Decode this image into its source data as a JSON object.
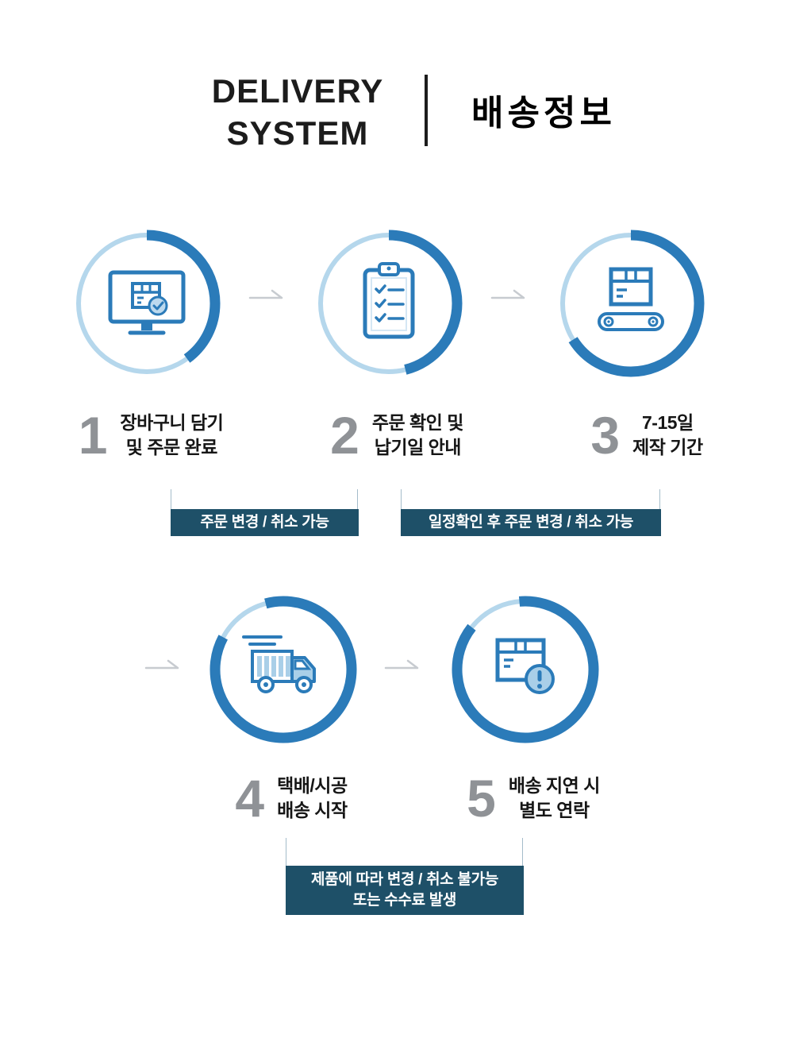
{
  "header": {
    "title_line1": "DELIVERY",
    "title_line2": "SYSTEM",
    "subtitle": "배송정보"
  },
  "steps": [
    {
      "number": "1",
      "label_line1": "장바구니 담기",
      "label_line2": "및 주문 완료",
      "icon": "monitor-order-check-icon"
    },
    {
      "number": "2",
      "label_line1": "주문 확인 및",
      "label_line2": "납기일 안내",
      "icon": "clipboard-checklist-icon"
    },
    {
      "number": "3",
      "label_line1": "7-15일",
      "label_line2": "제작 기간",
      "icon": "box-conveyor-icon"
    },
    {
      "number": "4",
      "label_line1": "택배/시공",
      "label_line2": "배송 시작",
      "icon": "delivery-truck-icon"
    },
    {
      "number": "5",
      "label_line1": "배송 지연 시",
      "label_line2": "별도 연락",
      "icon": "box-alert-icon"
    }
  ],
  "banners": [
    {
      "lines": [
        "주문 변경 / 취소 가능"
      ]
    },
    {
      "lines": [
        "일정확인 후 주문 변경 / 취소 가능"
      ]
    },
    {
      "lines": [
        "제품에 따라 변경 / 취소 불가능",
        "또는 수수료 발생"
      ]
    }
  ],
  "colors": {
    "accent_blue": "#2b7bb9",
    "light_ring_blue": "#b5d7ec",
    "icon_fill_blue": "#a9cfe8",
    "banner_navy": "#1e5068",
    "number_gray": "#8f9296",
    "arrow_gray": "#c7cbd0",
    "text_dark": "#1c1c1c"
  }
}
